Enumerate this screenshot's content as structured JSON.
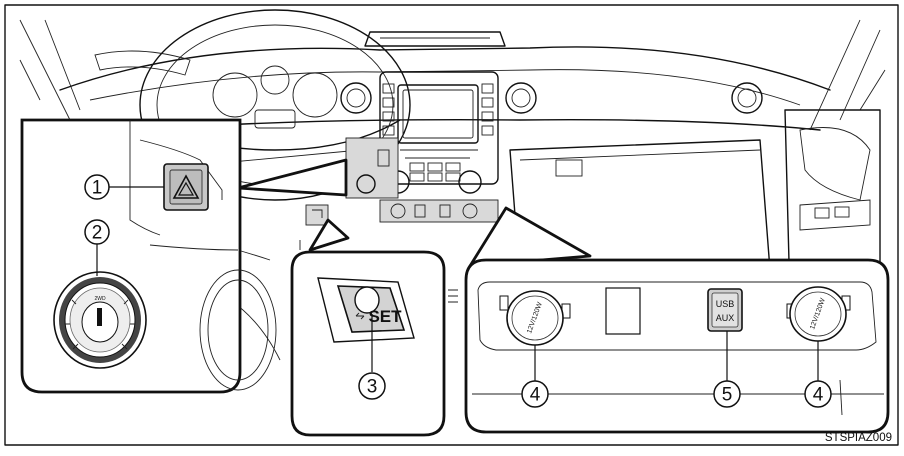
{
  "figure": {
    "code": "STSPIAZ009",
    "colors": {
      "line": "#111111",
      "background": "#ffffff",
      "highlight": "#d9d9d9"
    },
    "callouts": [
      {
        "id": "1",
        "label": "1"
      },
      {
        "id": "2",
        "label": "2"
      },
      {
        "id": "3",
        "label": "3"
      },
      {
        "id": "4a",
        "label": "4"
      },
      {
        "id": "5",
        "label": "5"
      },
      {
        "id": "4b",
        "label": "4"
      }
    ],
    "labels": {
      "set": "SET",
      "usb": "USB",
      "aux": "AUX",
      "outlet_rating": "12V/120W",
      "switch_mode": "2WD"
    },
    "icons": [
      "hazard-triangle-icon",
      "power-outlet-icon",
      "usb-aux-port-icon",
      "four-wheel-drive-dial-icon",
      "set-switch-icon"
    ]
  }
}
